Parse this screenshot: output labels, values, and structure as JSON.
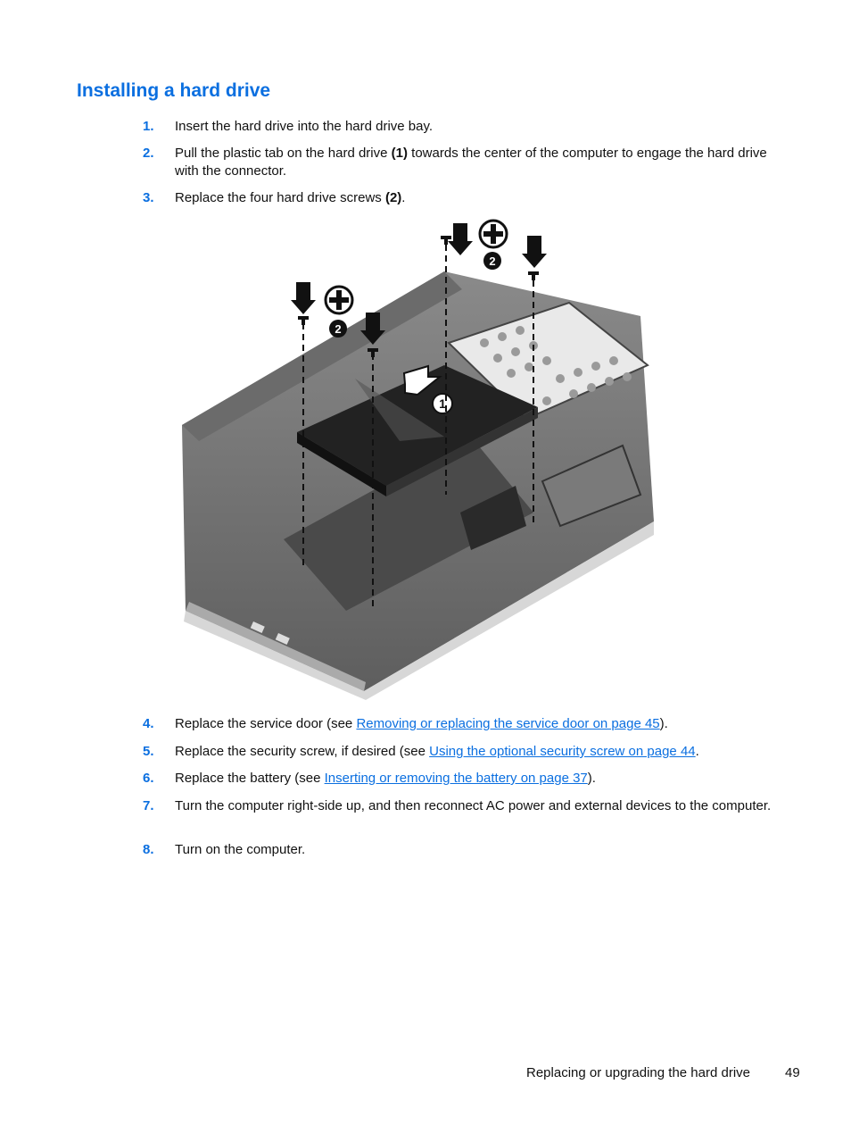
{
  "heading": "Installing a hard drive",
  "steps_top": [
    {
      "num": "1.",
      "text": "Insert the hard drive into the hard drive bay."
    },
    {
      "num": "2.",
      "pre": "Pull the plastic tab on the hard drive ",
      "bold": "(1)",
      "post": " towards the center of the computer to engage the hard drive with the connector."
    },
    {
      "num": "3.",
      "pre": "Replace the four hard drive screws ",
      "bold": "(2)",
      "post": "."
    }
  ],
  "figure": {
    "callouts": [
      "1",
      "2",
      "2"
    ]
  },
  "steps_bottom": [
    {
      "num": "4.",
      "pre": "Replace the service door (see ",
      "link": "Removing or replacing the service door on page 45",
      "post": ")."
    },
    {
      "num": "5.",
      "pre": "Replace the security screw, if desired (see ",
      "link": "Using the optional security screw on page 44",
      "post": "."
    },
    {
      "num": "6.",
      "pre": "Replace the battery (see ",
      "link": "Inserting or removing the battery on page 37",
      "post": ")."
    },
    {
      "num": "7.",
      "text": "Turn the computer right-side up, and then reconnect AC power and external devices to the computer."
    },
    {
      "num": "8.",
      "text": "Turn on the computer."
    }
  ],
  "footer": {
    "section": "Replacing or upgrading the hard drive",
    "page": "49"
  },
  "colors": {
    "accent": "#0b6fe0"
  }
}
